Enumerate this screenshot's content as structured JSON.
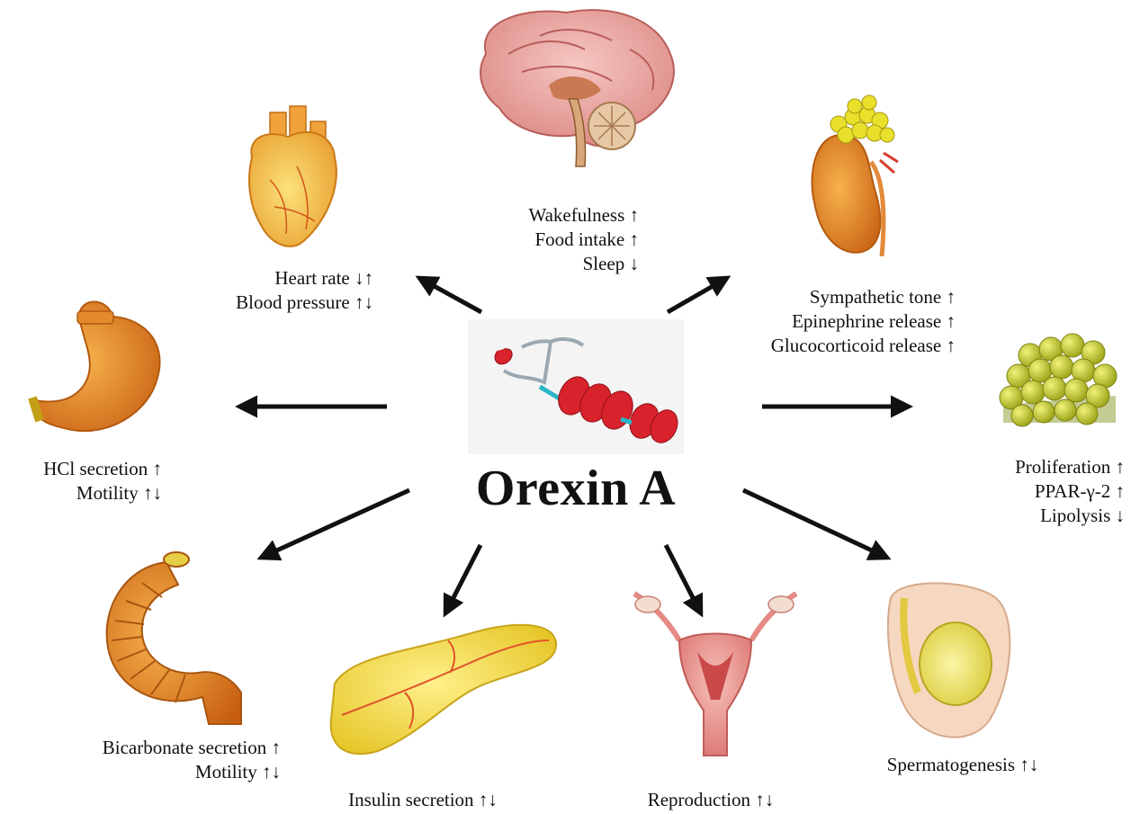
{
  "center": {
    "title": "Orexin A",
    "protein_icon": "helix-protein-icon"
  },
  "targets": {
    "brain": {
      "icon": "brain-icon",
      "effects": [
        "Wakefulness ↑",
        "Food intake ↑",
        "Sleep ↓"
      ]
    },
    "heart": {
      "icon": "heart-icon",
      "effects": [
        "Heart rate ↓↑",
        "Blood pressure ↑↓"
      ]
    },
    "adrenal": {
      "icon": "adrenal-kidney-icon",
      "effects": [
        "Sympathetic tone ↑",
        "Epinephrine release ↑",
        "Glucocorticoid release ↑"
      ]
    },
    "stomach": {
      "icon": "stomach-icon",
      "effects": [
        "HCl secretion ↑",
        "Motility ↑↓"
      ]
    },
    "adipose": {
      "icon": "adipocyte-cluster-icon",
      "effects": [
        "Proliferation ↑",
        "PPAR-γ-2 ↑",
        "Lipolysis ↓"
      ]
    },
    "intestine": {
      "icon": "intestine-icon",
      "effects": [
        "Bicarbonate secretion ↑",
        "Motility ↑↓"
      ]
    },
    "pancreas": {
      "icon": "pancreas-icon",
      "effects": [
        "Insulin secretion ↑↓"
      ]
    },
    "uterus": {
      "icon": "uterus-icon",
      "effects": [
        "Reproduction ↑↓"
      ]
    },
    "testis": {
      "icon": "testis-icon",
      "effects": [
        "Spermatogenesis ↑↓"
      ]
    }
  },
  "colors": {
    "arrow": "#111111",
    "brain": "#e8a3a0",
    "heart": "#f2b04a",
    "organ_orange": "#e07a1c",
    "adipose": "#c6cc2a",
    "pancreas": "#f2da3a",
    "uterus": "#ee9a94",
    "helix": "#d8222c"
  }
}
